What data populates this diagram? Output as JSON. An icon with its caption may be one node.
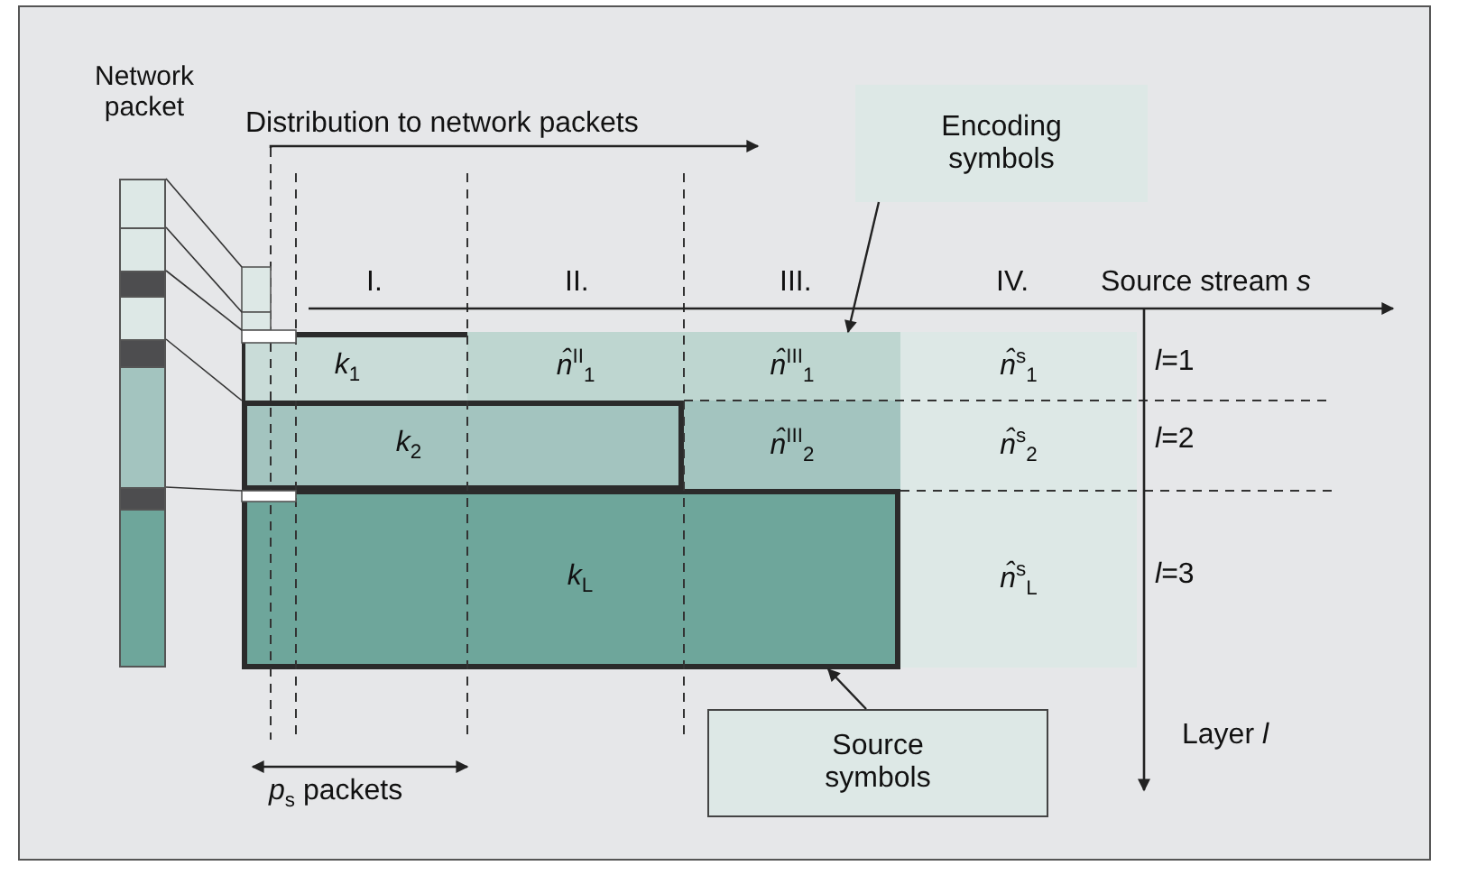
{
  "diagram": {
    "nodes": [
      {
        "text": [
          "Network packet"
        ]
      },
      {
        "text": [
          "Encoding symbols"
        ]
      },
      {
        "text": [
          "Source symbols"
        ]
      },
      {
        "text": [
          "*k*$_{1}$"
        ]
      },
      {
        "text": [
          "*n̂*$^{II}$$_{1}$"
        ]
      },
      {
        "text": [
          "*n̂*$^{III}$$_{1}$"
        ]
      },
      {
        "text": [
          "*n̂*$^{s}$$_{1}$"
        ]
      },
      {
        "text": [
          "*k*$_{2}$"
        ]
      },
      {
        "text": [
          "*n̂*$^{III}$$_{2}$"
        ]
      },
      {
        "text": [
          "*n̂*$^{s}$$_{2}$"
        ]
      },
      {
        "text": [
          "*k*$_{L}$"
        ]
      },
      {
        "text": [
          "*n̂*$^{s}$$_{L}$"
        ]
      }
    ],
    "edges": [
      {
        "from": 1,
        "to": 5,
        "arrow": "to"
      },
      {
        "from": 2,
        "to": 10,
        "arrow": "to"
      }
    ],
    "labels": [
      "Distribution to network packets",
      "I.",
      "II.",
      "III.",
      "IV.",
      "Source stream *s*",
      "*l*=1",
      "*l*=2",
      "*l*=3",
      "Layer *l*",
      "*p*$_{s}$ packets"
    ]
  }
}
